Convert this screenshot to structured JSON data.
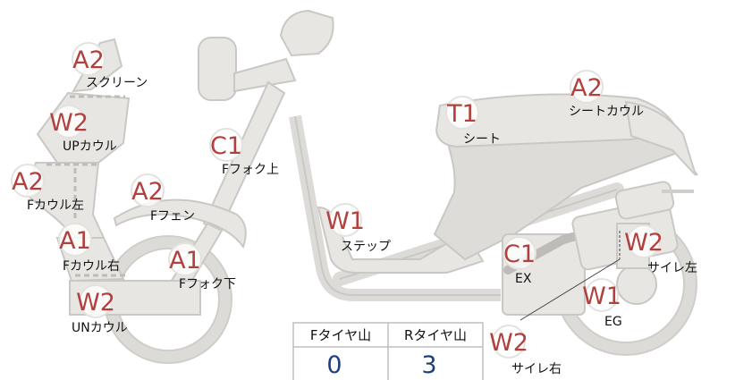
{
  "parts": [
    {
      "id": "screen",
      "grade": "A2",
      "label": "スクリーン"
    },
    {
      "id": "up-cowl",
      "grade": "W2",
      "label": "UPカウル"
    },
    {
      "id": "f-cowl-left",
      "grade": "A2",
      "label": "Fカウル左"
    },
    {
      "id": "f-cowl-right",
      "grade": "A1",
      "label": "Fカウル右"
    },
    {
      "id": "un-cowl",
      "grade": "W2",
      "label": "UNカウル"
    },
    {
      "id": "f-fender",
      "grade": "A2",
      "label": "Fフェン"
    },
    {
      "id": "f-fork-upper",
      "grade": "C1",
      "label": "Fフォク上"
    },
    {
      "id": "f-fork-lower",
      "grade": "A1",
      "label": "Fフォク下"
    },
    {
      "id": "step",
      "grade": "W1",
      "label": "ステップ"
    },
    {
      "id": "seat",
      "grade": "T1",
      "label": "シート"
    },
    {
      "id": "seat-cowl",
      "grade": "A2",
      "label": "シートカウル"
    },
    {
      "id": "exhaust",
      "grade": "C1",
      "label": "EX"
    },
    {
      "id": "engine",
      "grade": "W1",
      "label": "EG"
    },
    {
      "id": "silencer-left",
      "grade": "W2",
      "label": "サイレ左"
    },
    {
      "id": "silencer-right",
      "grade": "W2",
      "label": "サイレ右"
    }
  ],
  "tire_table": {
    "headers": [
      "Fタイヤ山",
      "Rタイヤ山"
    ],
    "values": [
      "0",
      "3"
    ]
  },
  "colors": {
    "badge": "#b2403f",
    "tire_value": "#1f3f7a",
    "body_fill": "#e7e6e3"
  }
}
